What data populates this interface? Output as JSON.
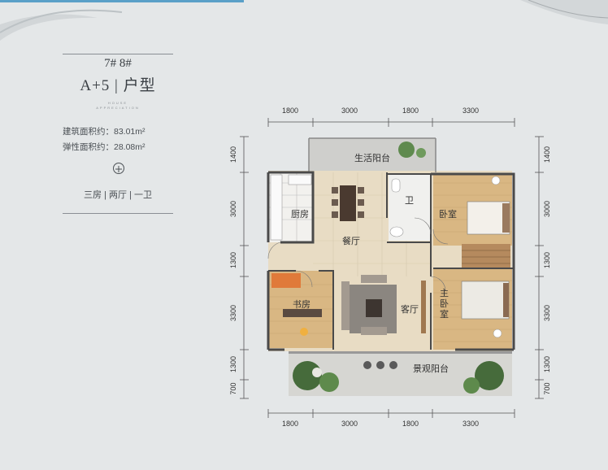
{
  "header": {
    "building": "7# 8#",
    "model": "A+5 | 户型",
    "tagline_1": "HOUSE",
    "tagline_2": "APPRECIATION"
  },
  "areas": {
    "built": "建筑面积约：83.01m²",
    "flexible": "弹性面积约：28.08m²"
  },
  "rooms_summary": "三房 | 两厅 | 一卫",
  "plan": {
    "rooms": {
      "living_balcony": "生活阳台",
      "kitchen": "厨房",
      "bathroom": "卫",
      "bedroom": "卧室",
      "dining": "餐厅",
      "study": "书房",
      "living": "客厅",
      "master": "主卧室",
      "view_balcony": "景观阳台"
    },
    "dims_top": [
      "1800",
      "3000",
      "1800",
      "3300"
    ],
    "dims_bottom": [
      "1800",
      "3000",
      "1800",
      "3300"
    ],
    "dims_left": [
      "1400",
      "3000",
      "1300",
      "3300",
      "1300",
      "700"
    ],
    "dims_right": [
      "1400",
      "3000",
      "1300",
      "3300",
      "1300",
      "700"
    ]
  },
  "colors": {
    "background": "#e4e7e8",
    "wall": "#4a4a4a",
    "floor_wood": "#d9b783",
    "floor_tile": "#e8dcc4",
    "balcony": "#cfcfcc"
  }
}
